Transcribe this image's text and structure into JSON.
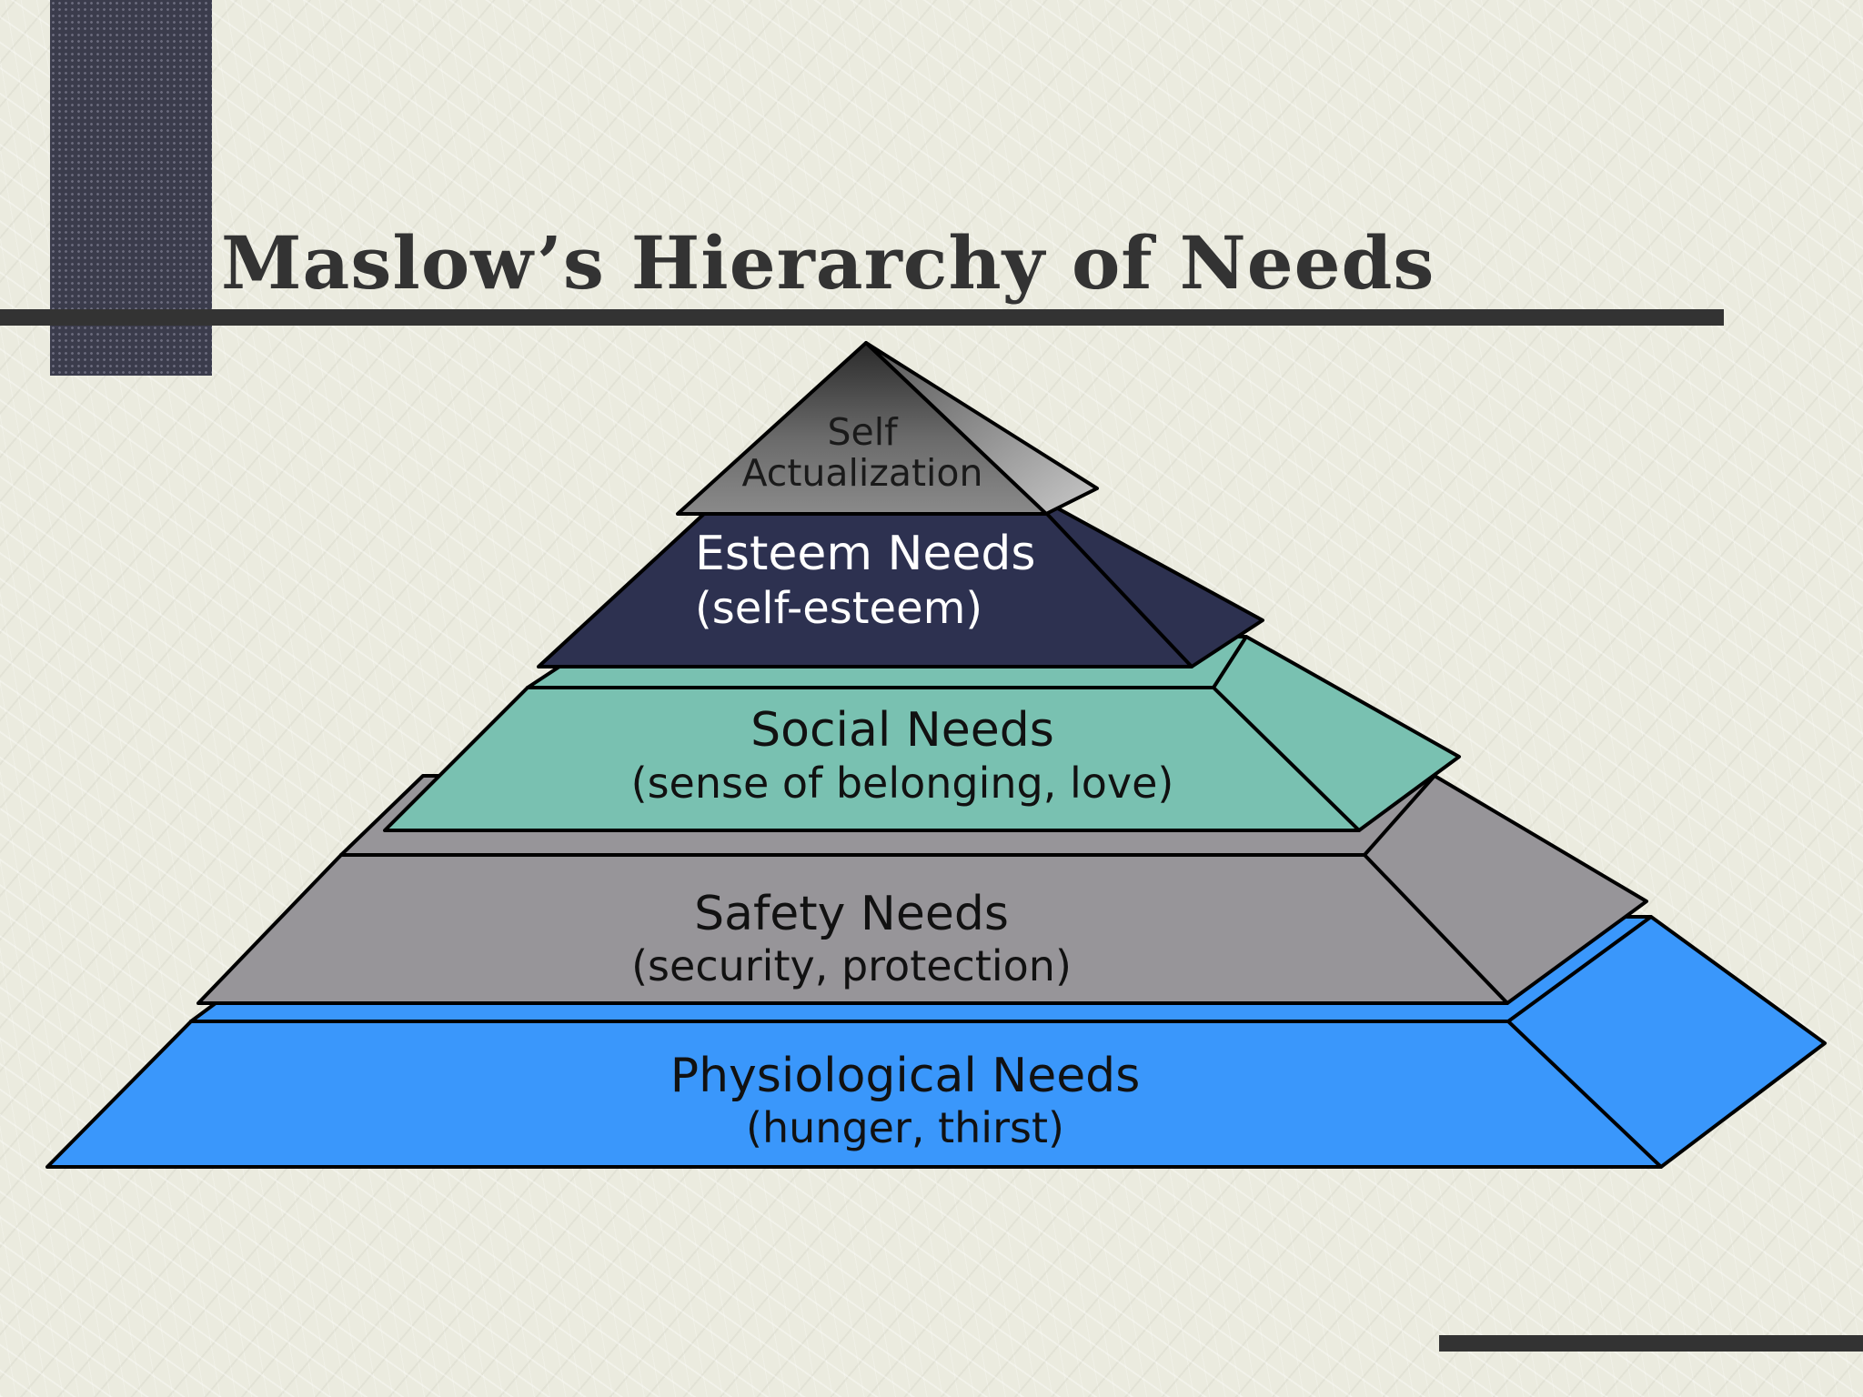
{
  "title": "Maslow’s Hierarchy of Needs",
  "levels": [
    {
      "name": "Self",
      "detail": "Actualization",
      "color": "#737373"
    },
    {
      "name": "Esteem Needs",
      "detail": "(self-esteem)",
      "color": "#2d3150"
    },
    {
      "name": "Social Needs",
      "detail": "(sense of belonging, love)",
      "color": "#79c1b1"
    },
    {
      "name": "Safety Needs",
      "detail": "(security, protection)",
      "color": "#979599"
    },
    {
      "name": "Physiological Needs",
      "detail": "(hunger, thirst)",
      "color": "#3a97fb"
    }
  ]
}
